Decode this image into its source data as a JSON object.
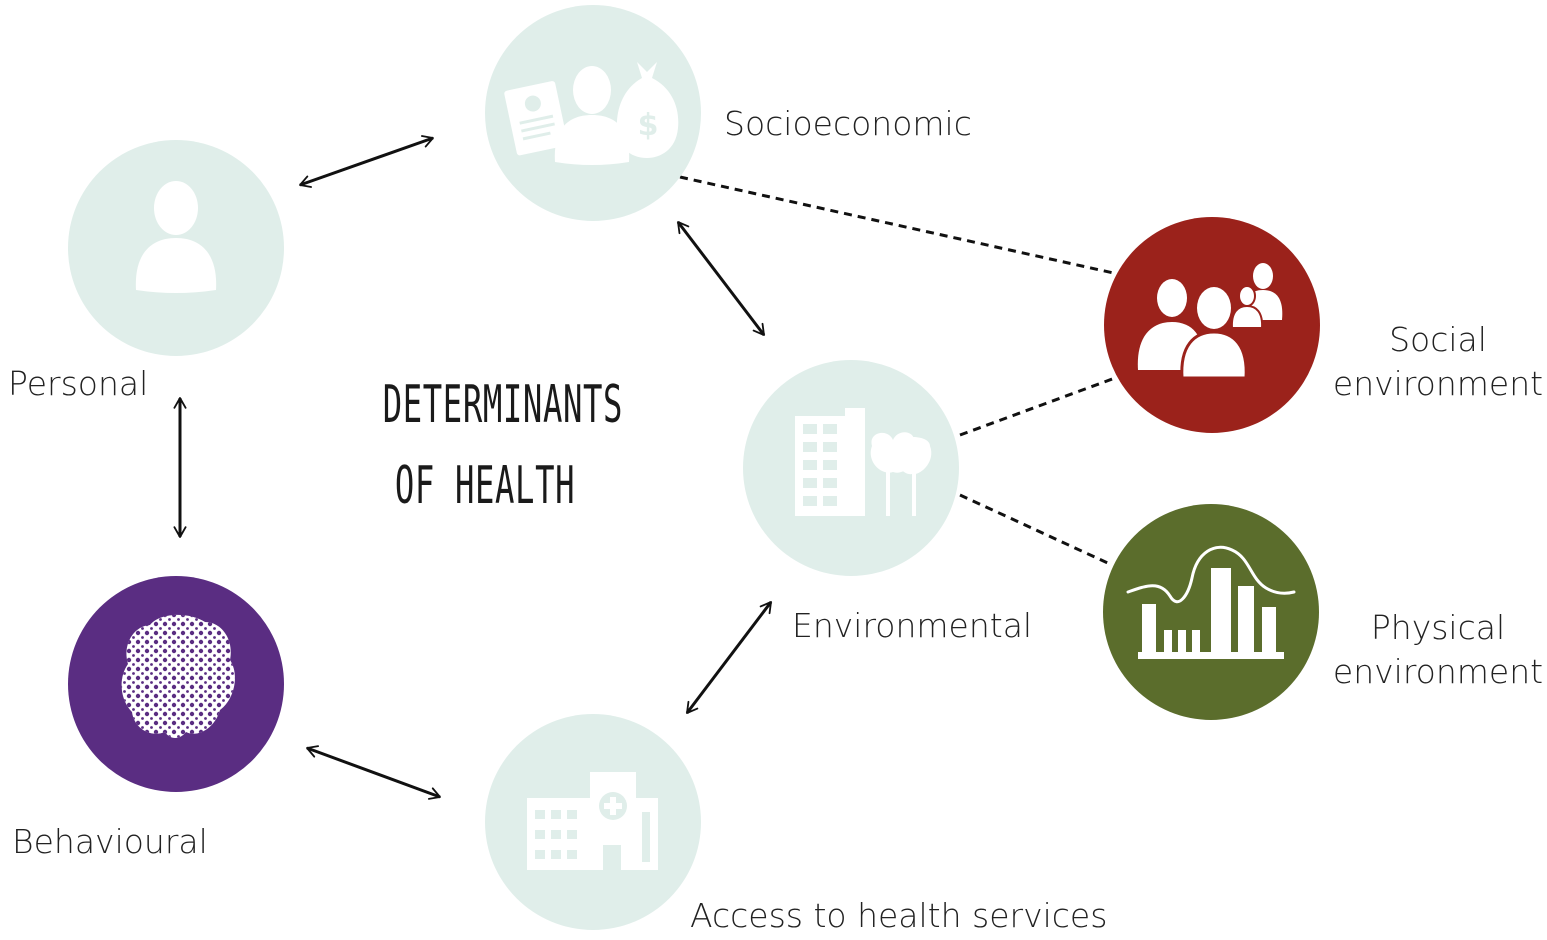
{
  "title": {
    "line1": "DETERMINANTS",
    "line2": "OF HEALTH"
  },
  "nodes": {
    "personal": {
      "label": "Personal",
      "icon": "person-icon",
      "color": "#e0eeea"
    },
    "socioeconomic": {
      "label": "Socioeconomic",
      "icon": "certificate-person-moneybag-icon",
      "color": "#e0eeea"
    },
    "environmental": {
      "label": "Environmental",
      "icon": "building-trees-icon",
      "color": "#e0eeea"
    },
    "behavioural": {
      "label": "Behavioural",
      "icon": "brain-icon",
      "color": "#5a2d82"
    },
    "access": {
      "label": "Access to health services",
      "icon": "hospital-icon",
      "color": "#e0eeea"
    },
    "social_env": {
      "label_line1": "Social",
      "label_line2": "environment",
      "icon": "people-group-icon",
      "color": "#9b221b"
    },
    "physical_env": {
      "label_line1": "Physical",
      "label_line2": "environment",
      "icon": "bar-chart-curve-icon",
      "color": "#5b6d2c"
    }
  },
  "colors": {
    "arrow": "#111111",
    "dashed": "#111111",
    "icon_fill": "#ffffff"
  }
}
